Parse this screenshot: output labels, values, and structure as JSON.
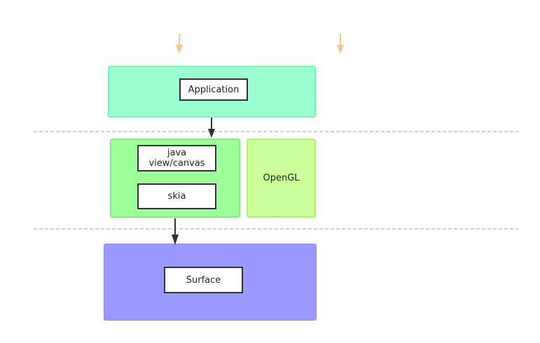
{
  "application": {
    "label": "Application",
    "panel_color": "#9bffd0",
    "panel_border": "#7cf0b8"
  },
  "java_layer": {
    "label_line1": "java",
    "label_line2": "view/canvas",
    "skia_label": "skia",
    "panel_color": "#9bff99",
    "panel_border": "#84ee84"
  },
  "opengl": {
    "label": "OpenGL",
    "panel_color": "#ccff99",
    "panel_border": "#b0ee77"
  },
  "surface": {
    "label": "Surface",
    "panel_color": "#9999ff",
    "panel_border": "#8888ee"
  },
  "colors": {
    "top_arrow": "#f7c58c",
    "connector": "#333333",
    "divider": "#999999"
  }
}
